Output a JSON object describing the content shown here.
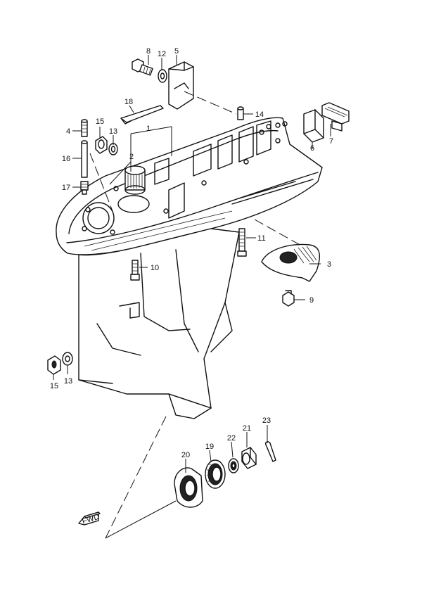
{
  "callouts": [
    {
      "id": "c1",
      "text": "1"
    },
    {
      "id": "c2",
      "text": "2"
    },
    {
      "id": "c3",
      "text": "3"
    },
    {
      "id": "c4",
      "text": "4"
    },
    {
      "id": "c5",
      "text": "5"
    },
    {
      "id": "c6",
      "text": "6"
    },
    {
      "id": "c7",
      "text": "7"
    },
    {
      "id": "c8",
      "text": "8"
    },
    {
      "id": "c9",
      "text": "9"
    },
    {
      "id": "c10",
      "text": "10"
    },
    {
      "id": "c11",
      "text": "11"
    },
    {
      "id": "c12",
      "text": "12"
    },
    {
      "id": "c13a",
      "text": "13"
    },
    {
      "id": "c13b",
      "text": "13"
    },
    {
      "id": "c14",
      "text": "14"
    },
    {
      "id": "c15a",
      "text": "15"
    },
    {
      "id": "c15b",
      "text": "15"
    },
    {
      "id": "c16",
      "text": "16"
    },
    {
      "id": "c17",
      "text": "17"
    },
    {
      "id": "c18",
      "text": "18"
    },
    {
      "id": "c19",
      "text": "19"
    },
    {
      "id": "c20",
      "text": "20"
    },
    {
      "id": "c21",
      "text": "21"
    },
    {
      "id": "c22",
      "text": "22"
    },
    {
      "id": "c23",
      "text": "23"
    }
  ],
  "fwd_label": "FWD",
  "colors": {
    "line": "#111111",
    "background": "#ffffff"
  }
}
